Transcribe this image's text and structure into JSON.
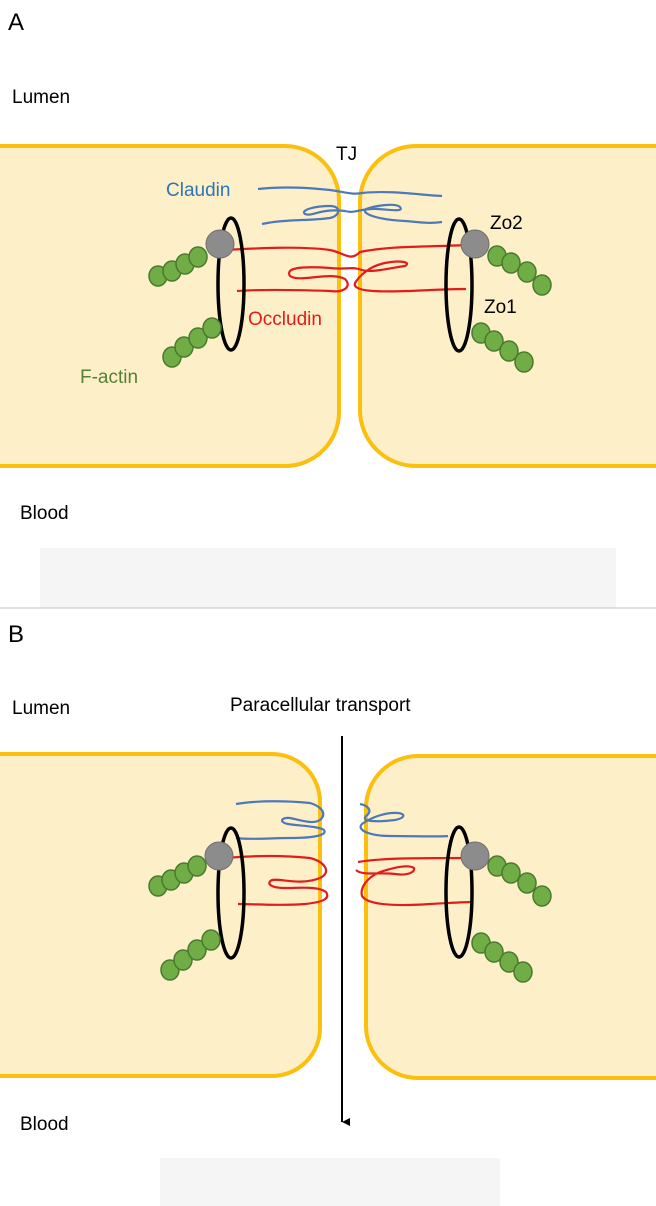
{
  "panel_a": {
    "letter": "A",
    "lumen": "Lumen",
    "tj": "TJ",
    "claudin": "Claudin",
    "zo2": "Zo2",
    "zo1": "Zo1",
    "occludin": "Occludin",
    "f_actin": "F-actin",
    "blood": "Blood"
  },
  "panel_b": {
    "letter": "B",
    "lumen": "Lumen",
    "transport": "Paracellular transport",
    "blood": "Blood"
  },
  "colors": {
    "cell_fill": "#fdefc8",
    "cell_border": "#fbbf0e",
    "claudin": "#4e79b8",
    "occludin": "#e31b1b",
    "actin_fill": "#70ad47",
    "actin_stroke": "#4a7a2c",
    "zo_fill": "#8c8c8c",
    "claudin_label": "#2e75b6",
    "occludin_label": "#e31b1b",
    "f_actin_label": "#548235"
  }
}
